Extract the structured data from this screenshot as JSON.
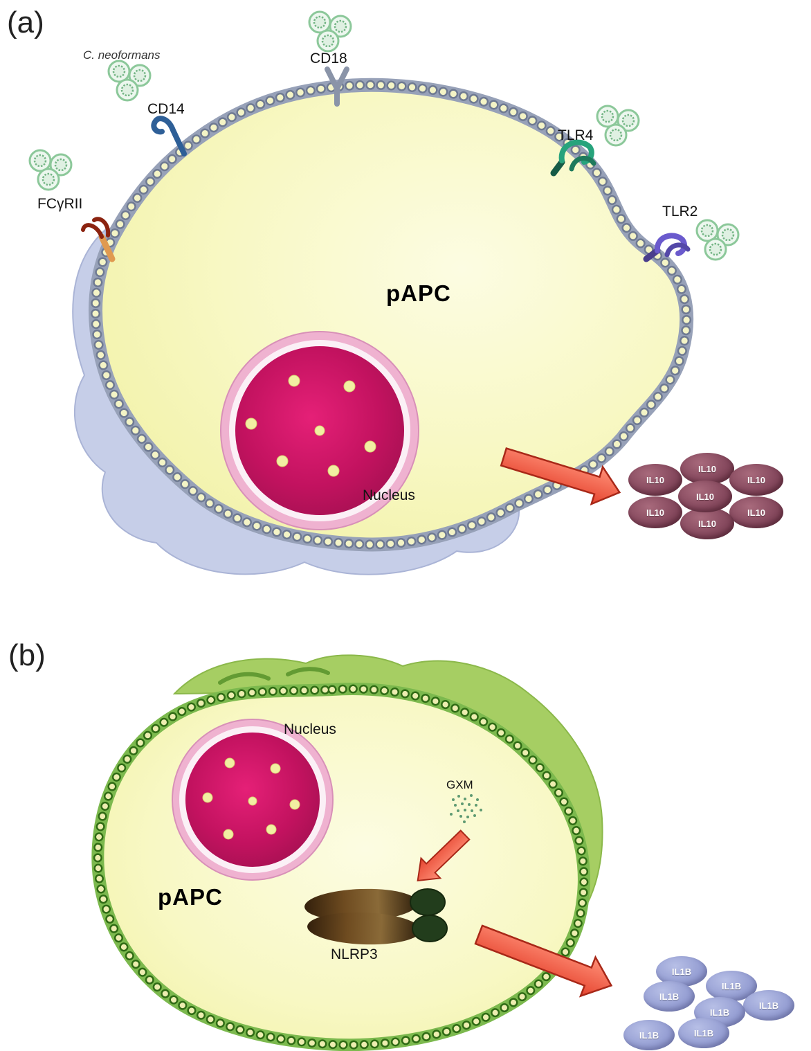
{
  "panel_a": {
    "label": "(a)",
    "pathogen": "C. neoformans",
    "receptors": [
      {
        "name": "CD18"
      },
      {
        "name": "CD14"
      },
      {
        "name": "TLR4"
      },
      {
        "name": "TLR2"
      },
      {
        "name": "FCγRII"
      }
    ],
    "cell_label": "pAPC",
    "nucleus_label": "Nucleus",
    "cytokines": [
      "IL10",
      "IL10",
      "IL10",
      "IL10",
      "IL10",
      "IL10",
      "IL10"
    ]
  },
  "panel_b": {
    "label": "(b)",
    "nucleus_label": "Nucleus",
    "cell_label": "pAPC",
    "gxm_label": "GXM",
    "inflammasome_label": "NLRP3",
    "cytokines": [
      "IL1B",
      "IL1B",
      "IL1B",
      "IL1B",
      "IL1B",
      "IL1B",
      "IL1B"
    ]
  },
  "colors": {
    "cell_fill": "#F7F7B0",
    "membrane_a_band": "#97A1B8",
    "membrane_b_band": "#7CB94E",
    "background_blob_a": "#C6CEE8",
    "background_blob_b": "#A6CE63",
    "nucleus": "#C2125F",
    "nucleus_ring": "#EFB2D0",
    "il10_bubble": "#86495E",
    "il1b_bubble": "#97A0D4",
    "arrow": "#E8432C",
    "yeast": "#8CC89A",
    "nlrp3_brown": "#6E4B20",
    "nlrp3_green": "#223D1C"
  }
}
